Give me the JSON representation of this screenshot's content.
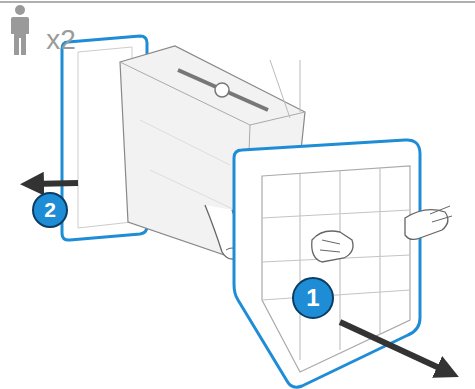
{
  "diagram": {
    "labels": [
      "x2",
      "1",
      "2"
    ]
  }
}
